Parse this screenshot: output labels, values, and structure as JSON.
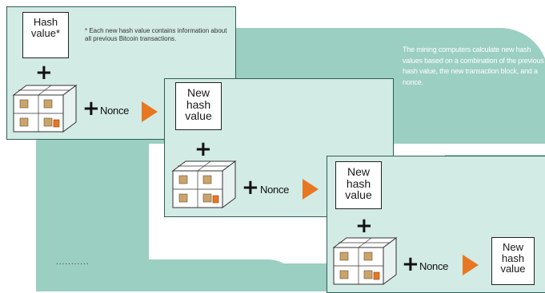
{
  "colors": {
    "teal_background": "#9bcfc1",
    "panel_fill": "#d2ebe4",
    "arrow": "#e87722"
  },
  "footnote": "* Each new hash value contains information about all previous Bitcoin transactions.",
  "caption": "The mining computers calculate new hash values based on a combination of the previous hash value, the new transaction block, and a nonce.",
  "dotted_rule": "...........",
  "steps": [
    {
      "hash_lines": [
        "Hash",
        "value*"
      ],
      "plus_symbol": "+",
      "block_icon": "transaction-block-cube-icon",
      "nonce_plus": "+",
      "nonce_label": "Nonce",
      "arrow_icon": "orange-arrow-right-icon"
    },
    {
      "hash_lines": [
        "New",
        "hash",
        "value"
      ],
      "plus_symbol": "+",
      "block_icon": "transaction-block-cube-icon",
      "nonce_plus": "+",
      "nonce_label": "Nonce",
      "arrow_icon": "orange-arrow-right-icon"
    },
    {
      "hash_lines": [
        "New",
        "hash",
        "value"
      ],
      "plus_symbol": "+",
      "block_icon": "transaction-block-cube-icon",
      "nonce_plus": "+",
      "nonce_label": "Nonce",
      "arrow_icon": "orange-arrow-right-icon"
    },
    {
      "hash_lines": [
        "New",
        "hash",
        "value"
      ]
    }
  ]
}
